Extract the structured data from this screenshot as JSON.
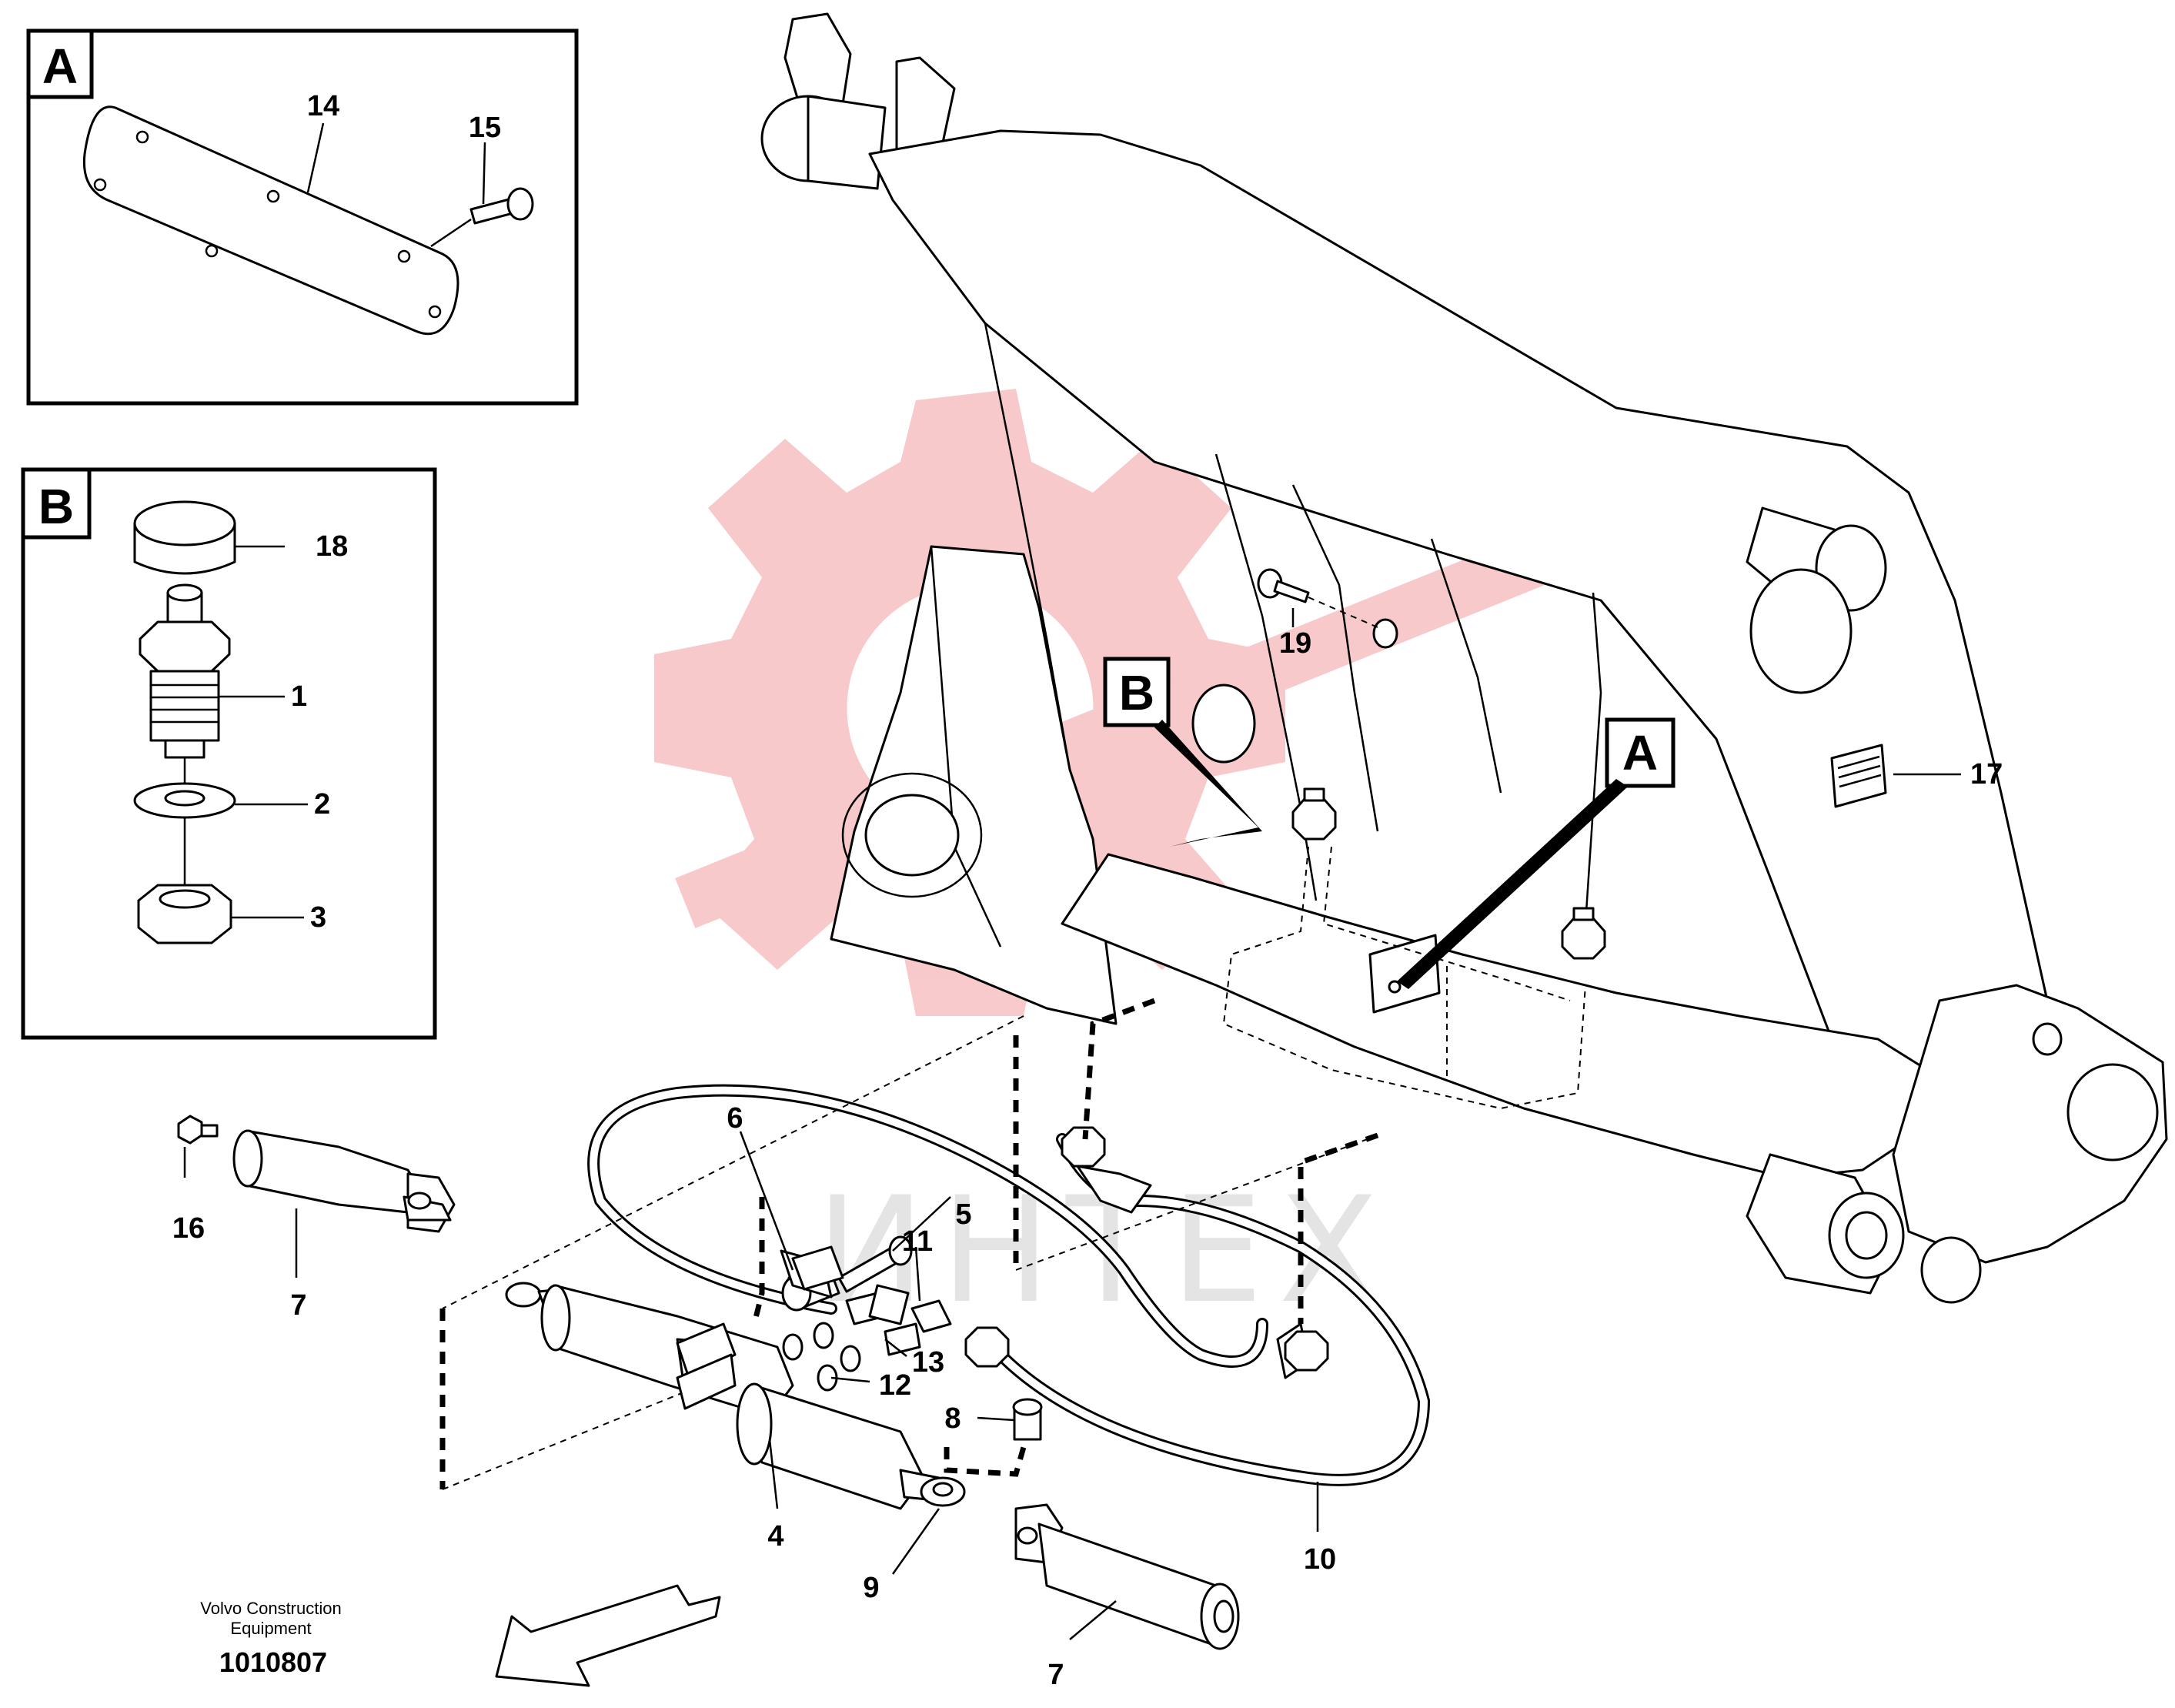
{
  "colors": {
    "line": "#000000",
    "watermark_red": "#f7c4c6",
    "watermark_grey": "#e4e4e4",
    "background": "#ffffff"
  },
  "watermark": {
    "text": "ИНТЕХ"
  },
  "detail_boxes": {
    "a": {
      "letter": "A"
    },
    "b": {
      "letter": "B"
    }
  },
  "main_markers": {
    "a": {
      "letter": "A"
    },
    "b": {
      "letter": "B"
    }
  },
  "callouts": {
    "p1": "1",
    "p2": "2",
    "p3": "3",
    "p4": "4",
    "p5": "5",
    "p6": "6",
    "p7_upper": "7",
    "p7_lower": "7",
    "p8": "8",
    "p9": "9",
    "p10": "10",
    "p11": "11",
    "p12": "12",
    "p13": "13",
    "p14": "14",
    "p15": "15",
    "p16": "16",
    "p17": "17",
    "p18": "18",
    "p19": "19"
  },
  "caption": {
    "line1": "Volvo Construction",
    "line2": "Equipment",
    "number": "1010807"
  },
  "icons": [
    "direction-arrow-icon"
  ]
}
